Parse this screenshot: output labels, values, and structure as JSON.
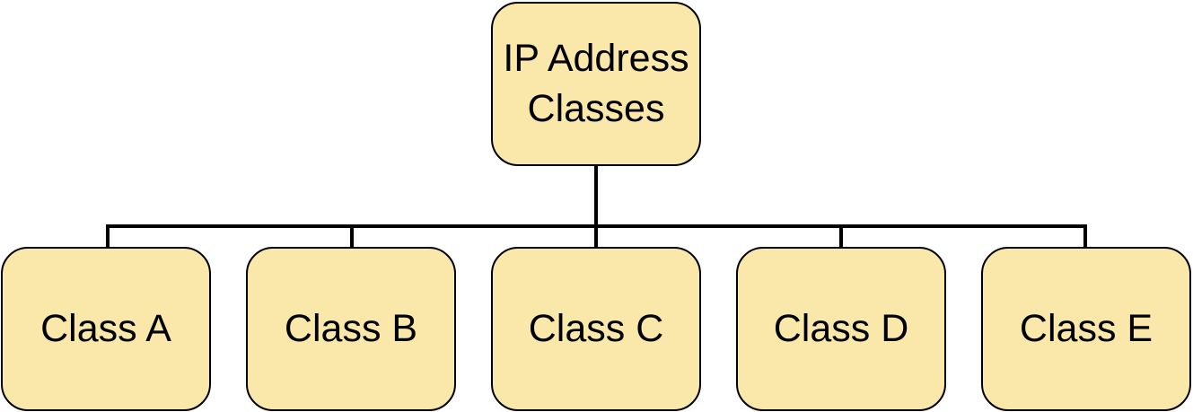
{
  "diagram": {
    "root": {
      "label_line1": "IP Address",
      "label_line2": "Classes"
    },
    "children": [
      {
        "label": "Class A"
      },
      {
        "label": "Class B"
      },
      {
        "label": "Class C"
      },
      {
        "label": "Class D"
      },
      {
        "label": "Class E"
      }
    ]
  },
  "colors": {
    "node_fill": "#fae8ab",
    "node_border": "#000000",
    "connector": "#000000"
  }
}
